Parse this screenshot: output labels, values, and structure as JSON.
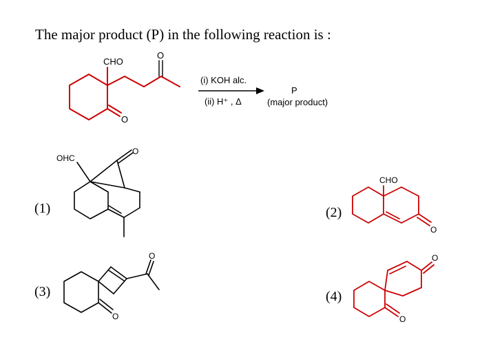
{
  "question": "The major product (P) in the following reaction is :",
  "reaction": {
    "reactant_labels": {
      "aldehyde": "CHO",
      "ketone_o": "O",
      "ring_o": "O"
    },
    "reagent_1": "(i) KOH alc.",
    "reagent_2": "(ii) H⁺ , Δ",
    "product": "P",
    "product_note": "(major product)"
  },
  "options": [
    {
      "number": "(1)",
      "labels": {
        "aldehyde": "OHC",
        "ketone_o": "O"
      }
    },
    {
      "number": "(2)",
      "labels": {
        "aldehyde": "CHO",
        "ketone_o": "O"
      }
    },
    {
      "number": "(3)",
      "labels": {
        "ketone_o": "O",
        "ring_o": "O"
      }
    },
    {
      "number": "(4)",
      "labels": {
        "ketone_o": "O",
        "ring_o": "O"
      }
    }
  ],
  "colors": {
    "structure": "#cc0000",
    "text": "#000000"
  }
}
